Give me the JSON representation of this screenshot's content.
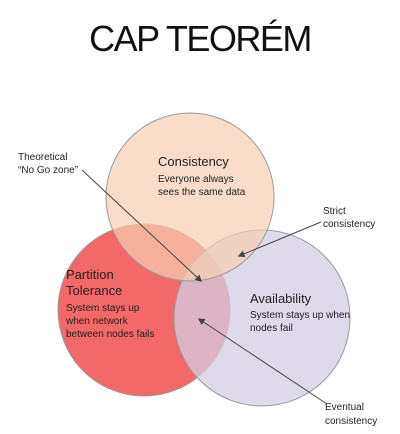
{
  "title": "CAP TEORÉM",
  "colors": {
    "consistency": "#f6cfb0",
    "availability": "#d4cde3",
    "partition": "#f25b5b",
    "outline": "#9a9a9a",
    "arrow": "#444444"
  },
  "circles": {
    "consistency": {
      "heading": "Consistency",
      "lines": [
        "Everyone always",
        "sees the same data"
      ]
    },
    "partition": {
      "heading_lines": [
        "Partition",
        "Tolerance"
      ],
      "lines": [
        "System stays up",
        "when network",
        "between nodes fails"
      ]
    },
    "availability": {
      "heading": "Availability",
      "lines": [
        "System stays up when",
        "nodes fail"
      ]
    }
  },
  "callouts": {
    "no_go": [
      "Theoretical",
      "“No Go zone”"
    ],
    "strict": [
      "Strict",
      "consistency"
    ],
    "eventual": [
      "Eventual",
      "consistency"
    ]
  }
}
